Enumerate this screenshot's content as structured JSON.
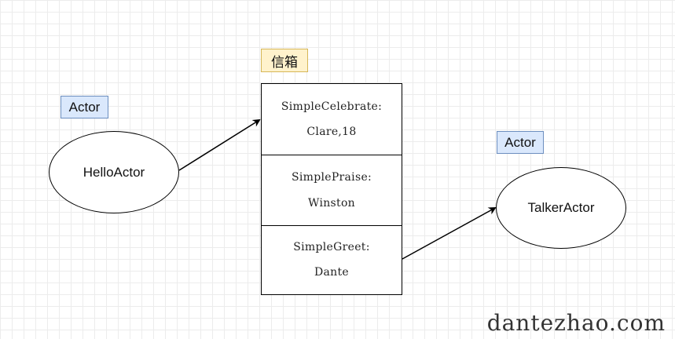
{
  "labels": {
    "mailbox_tag": "信箱",
    "sender_tag": "Actor",
    "receiver_tag": "Actor"
  },
  "actors": {
    "sender": "HelloActor",
    "receiver": "TalkerActor"
  },
  "messages": [
    {
      "type": "SimpleCelebrate:",
      "payload": "Clare,18"
    },
    {
      "type": "SimplePraise:",
      "payload": "Winston"
    },
    {
      "type": "SimpleGreet:",
      "payload": "Dante"
    }
  ],
  "watermark": "dantezhao.com"
}
